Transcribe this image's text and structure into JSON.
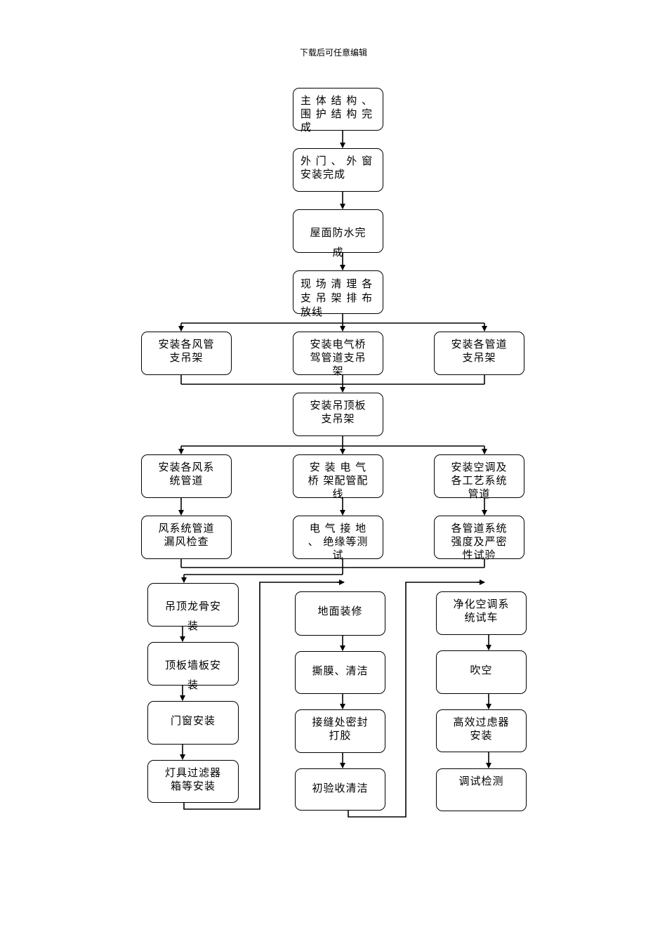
{
  "header_text": "下载后可任意编辑",
  "steps": {
    "s1": "主 体 结 构 、 围 护 结 构 完 成",
    "s2": "外 门 、 外 窗 安装完成",
    "s3": "屋面防水完成",
    "s4": "现 场 清 理 各 支 吊 架 排 布 放线",
    "s5a": "安装各风管支吊架",
    "s5b": "安装电气桥驾管道支吊架",
    "s5c": "安装各管道支吊架",
    "s6": "安装吊顶板支吊架",
    "s7a": "安装各风系统管道",
    "s7b": "安 装 电 气 桥 架配管配线",
    "s7c": "安装空调及各工艺系统管道",
    "s8a": "风系统管道漏风检查",
    "s8b": "电 气 接 地 、 绝缘等测试",
    "s8c": "各管道系统强度及严密性试验",
    "l1": "吊顶龙骨安装",
    "l2": "顶板墙板安装",
    "l3": "门窗安装",
    "l4": "灯具过滤器箱等安装",
    "m1": "地面装修",
    "m2": "撕膜、清洁",
    "m3": "接缝处密封打胶",
    "m4": "初验收清洁",
    "r1": "净化空调系统试车",
    "r2": "吹空",
    "r3": "高效过虑器安装",
    "r4": "调试检测"
  }
}
